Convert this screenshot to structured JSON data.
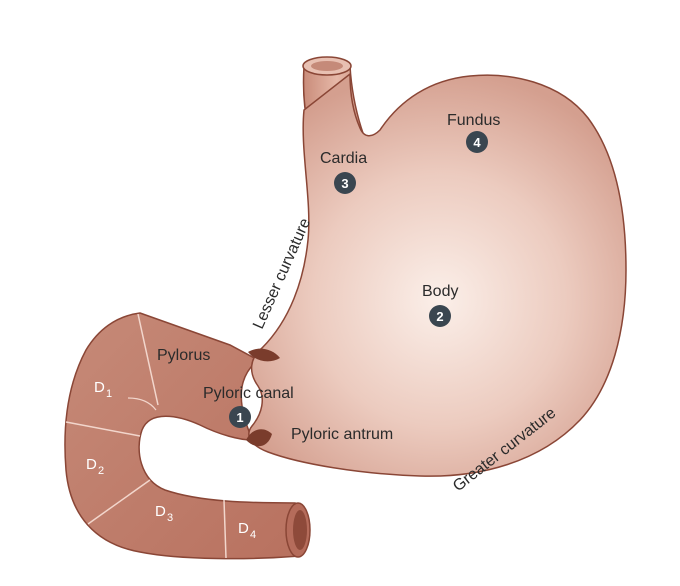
{
  "diagram": {
    "labels": {
      "fundus": "Fundus",
      "cardia": "Cardia",
      "body": "Body",
      "pylorus": "Pylorus",
      "pyloric_canal": "Pyloric canal",
      "pyloric_antrum": "Pyloric antrum",
      "lesser_curvature": "Lesser curvature",
      "greater_curvature": "Greater curvature"
    },
    "markers": {
      "pyloric_canal": "1",
      "body": "2",
      "cardia": "3",
      "fundus": "4"
    },
    "duodenum": [
      {
        "letter": "D",
        "sub": "1"
      },
      {
        "letter": "D",
        "sub": "2"
      },
      {
        "letter": "D",
        "sub": "3"
      },
      {
        "letter": "D",
        "sub": "4"
      }
    ]
  },
  "colors": {
    "stomach_fill_center": "#fbeee8",
    "stomach_fill_edge": "#d8a696",
    "duodenum_fill": "#c27e6c",
    "outline": "#7a3c2c",
    "marker_fill": "#3a4650"
  }
}
